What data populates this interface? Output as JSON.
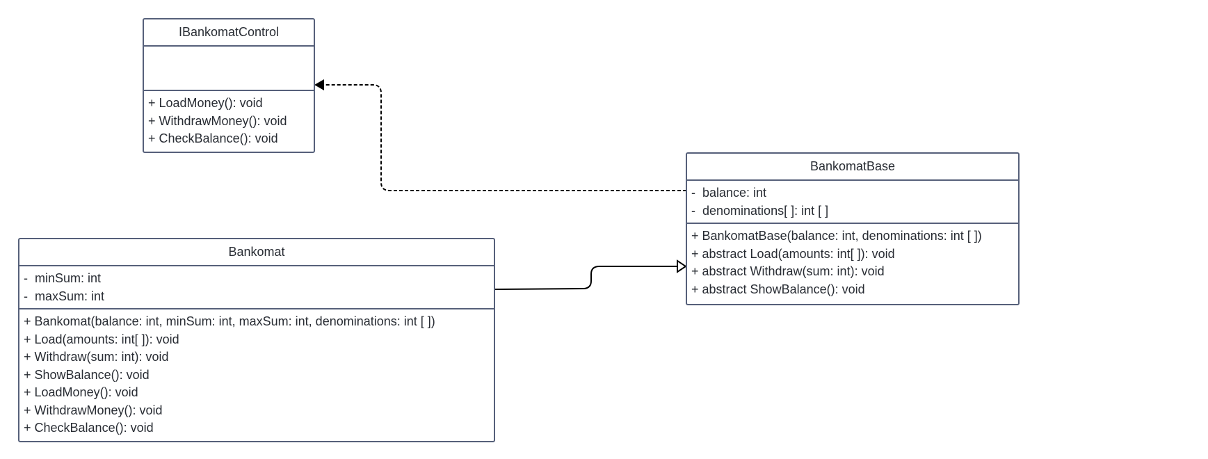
{
  "diagram": {
    "classes": {
      "ibankomat_control": {
        "name": "IBankomatControl",
        "attributes": [],
        "methods": [
          "+ LoadMoney(): void",
          "+ WithdrawMoney(): void",
          "+ CheckBalance(): void"
        ]
      },
      "bankomat_base": {
        "name": "BankomatBase",
        "attributes": [
          "-  balance: int",
          "-  denominations[ ]: int [ ]"
        ],
        "methods": [
          "+ BankomatBase(balance: int, denominations: int [ ])",
          "+ abstract Load(amounts: int[ ]): void",
          "+ abstract Withdraw(sum: int): void",
          "+ abstract ShowBalance(): void"
        ]
      },
      "bankomat": {
        "name": "Bankomat",
        "attributes": [
          "-  minSum: int",
          "-  maxSum: int"
        ],
        "methods": [
          "+ Bankomat(balance: int, minSum: int, maxSum: int, denominations: int [ ])",
          "+ Load(amounts: int[ ]): void",
          "+ Withdraw(sum: int): void",
          "+ ShowBalance(): void",
          "+ LoadMoney(): void",
          "+ WithdrawMoney(): void",
          "+ CheckBalance(): void"
        ]
      }
    },
    "relationships": {
      "realization": {
        "from": "BankomatBase",
        "to": "IBankomatControl",
        "style": "dashed",
        "arrowhead": "filled-triangle"
      },
      "generalization": {
        "from": "Bankomat",
        "to": "BankomatBase",
        "style": "solid",
        "arrowhead": "hollow-triangle"
      }
    },
    "colors": {
      "class_border": "#56607a",
      "text": "#282c33",
      "connector": "#000000",
      "background": "#ffffff"
    }
  }
}
